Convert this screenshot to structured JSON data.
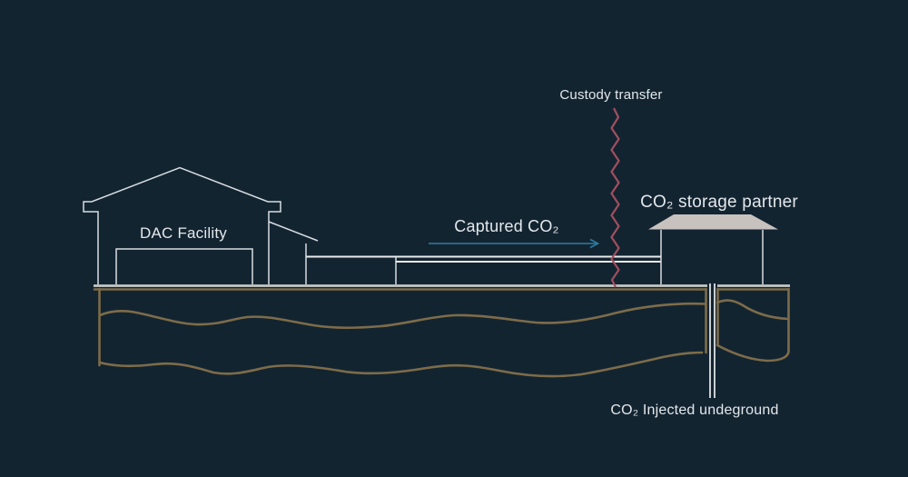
{
  "colors": {
    "background": "#132431",
    "outline": "#d7dde1",
    "pipe": "#e9ebeb",
    "ground": "#c3c8c6",
    "strata": "#7d6c49",
    "roof": "#c8c2bf",
    "zigzag": "#a04f5e",
    "arrow": "#2d7ca2",
    "label": "#e3e8eb"
  },
  "labels": {
    "custody_transfer": "Custody transfer",
    "captured_co2": "Captured CO₂",
    "storage_partner": "CO₂ storage partner",
    "dac_facility": "DAC Facility",
    "injected_underground": "CO₂ Injected undeground"
  },
  "flow": {
    "source": "DAC Facility",
    "transport": "Captured CO₂",
    "transfer_point": "Custody transfer",
    "destination": "CO₂ storage partner",
    "end_state": "CO₂ Injected undeground",
    "arrow_direction": "right"
  }
}
